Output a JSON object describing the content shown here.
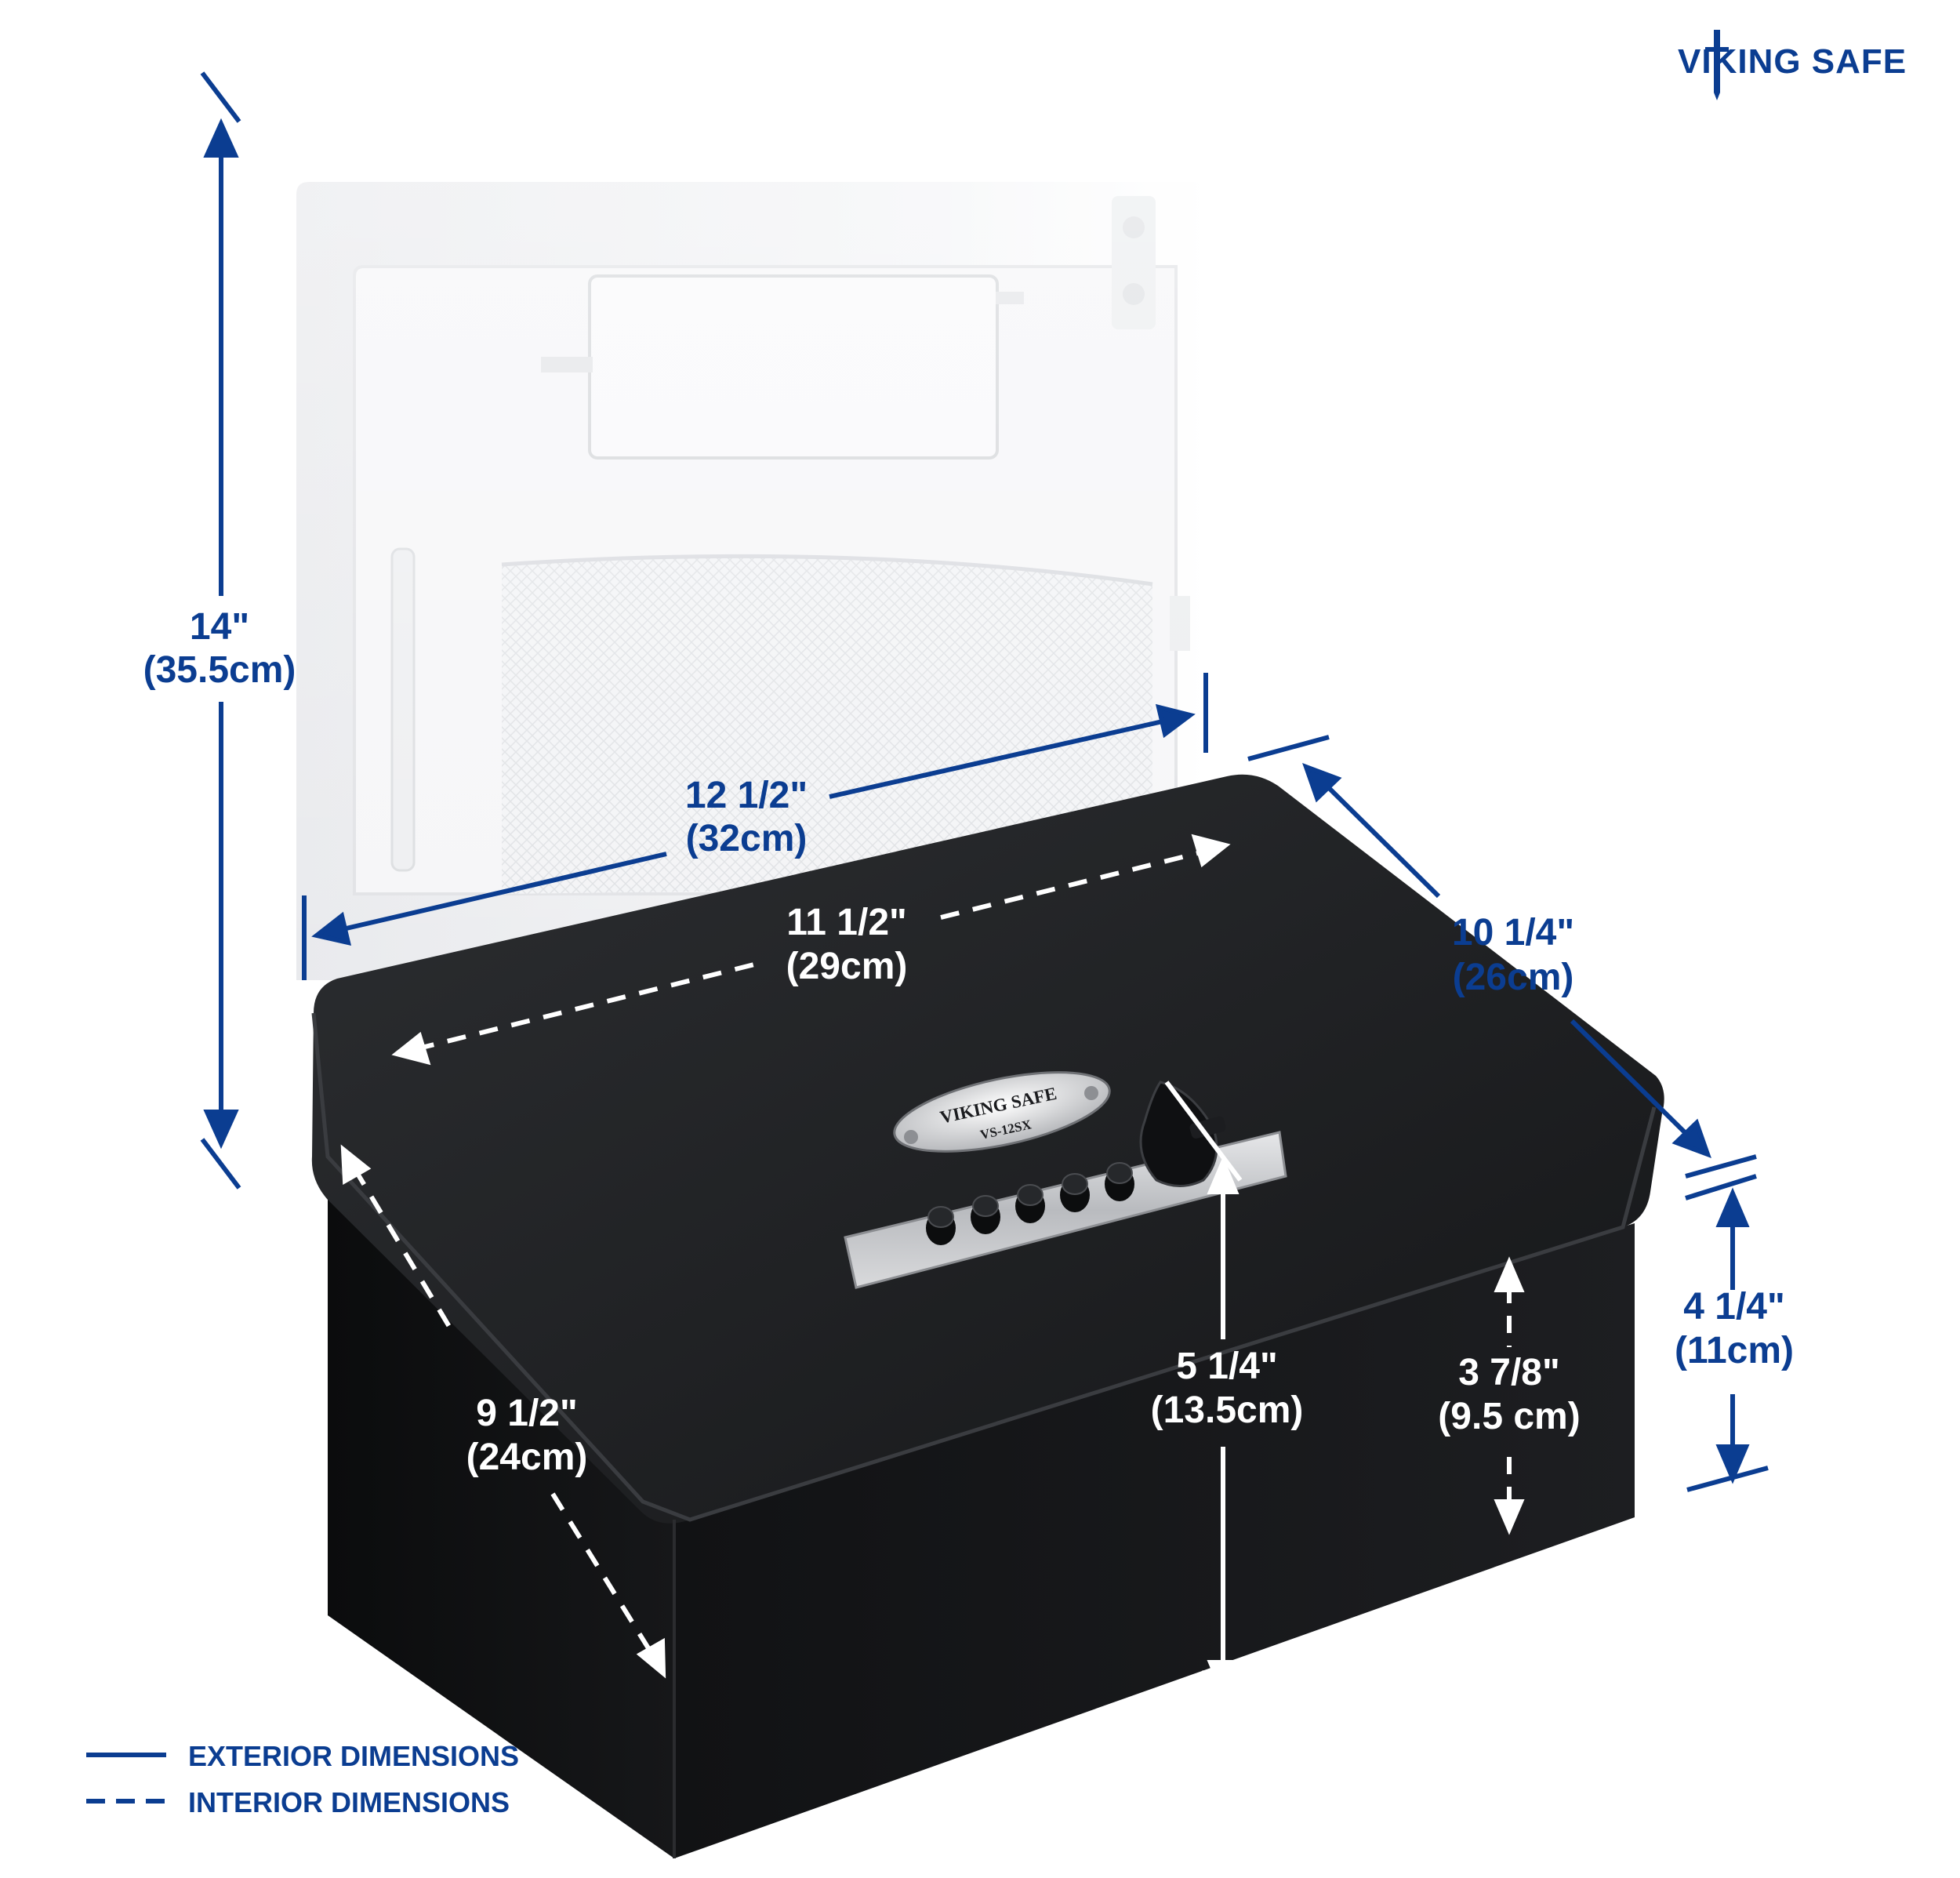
{
  "brand": {
    "name": "VIKING SAFE"
  },
  "product": {
    "plate_brand": "VIKING SAFE",
    "plate_model": "VS-12SX",
    "keypad_buttons": 5
  },
  "exterior": {
    "height": {
      "in": "14\"",
      "cm": "(35.5cm)"
    },
    "width": {
      "in": "12 1/2\"",
      "cm": "(32cm)"
    },
    "depth": {
      "in": "10 1/4\"",
      "cm": "(26cm)"
    },
    "body_height": {
      "in": "4 1/4\"",
      "cm": "(11cm)"
    }
  },
  "interior": {
    "width": {
      "in": "11 1/2\"",
      "cm": "(29cm)"
    },
    "depth": {
      "in": "9 1/2\"",
      "cm": "(24cm)"
    },
    "height_open": {
      "in": "5 1/4\"",
      "cm": "(13.5cm)"
    },
    "height_closed": {
      "in": "3 7/8\"",
      "cm": "(9.5 cm)"
    }
  },
  "legend": {
    "exterior": "EXTERIOR DIMENSIONS",
    "interior": "INTERIOR DIMENSIONS"
  },
  "colors": {
    "dimension_blue": "#0b3d91",
    "safe_black": "#141517",
    "lid_white": "#f1f2f4"
  }
}
